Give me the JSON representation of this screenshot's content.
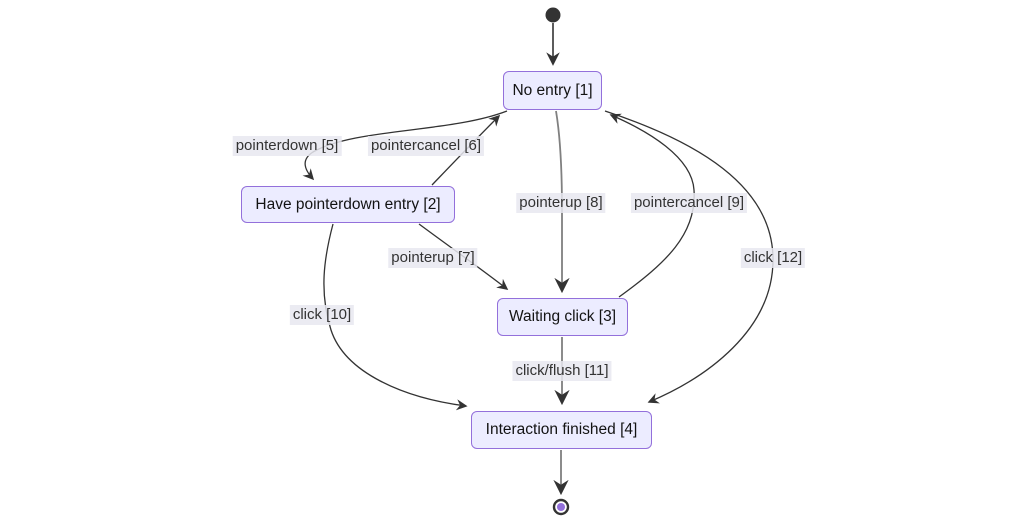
{
  "diagram": {
    "type": "state-machine",
    "background": "#ffffff",
    "colors": {
      "node_fill": "#ECECFF",
      "node_border": "#9370DB",
      "edge_stroke": "#333333",
      "straight_edge_stroke": "#808080",
      "edge_label_bg": "rgba(232,232,240,0.85)",
      "edge_label_text": "#333333",
      "start_node_fill": "#333333",
      "end_node_ring": "#333333",
      "end_node_inner": "#9370DB"
    },
    "terminals": {
      "start": "start-state",
      "end": "end-state"
    },
    "nodes": [
      {
        "id": "1",
        "label": "No entry [1]"
      },
      {
        "id": "2",
        "label": "Have pointerdown entry [2]"
      },
      {
        "id": "3",
        "label": "Waiting click [3]"
      },
      {
        "id": "4",
        "label": "Interaction finished [4]"
      }
    ],
    "edges": [
      {
        "from": "start",
        "to": "1",
        "label": ""
      },
      {
        "from": "1",
        "to": "2",
        "label": "pointerdown [5]"
      },
      {
        "from": "2",
        "to": "1",
        "label": "pointercancel [6]"
      },
      {
        "from": "2",
        "to": "3",
        "label": "pointerup [7]"
      },
      {
        "from": "1",
        "to": "3",
        "label": "pointerup [8]"
      },
      {
        "from": "3",
        "to": "1",
        "label": "pointercancel [9]"
      },
      {
        "from": "2",
        "to": "4",
        "label": "click [10]"
      },
      {
        "from": "3",
        "to": "4",
        "label": "click/flush [11]"
      },
      {
        "from": "1",
        "to": "4",
        "label": "click [12]"
      },
      {
        "from": "4",
        "to": "end",
        "label": ""
      }
    ]
  }
}
